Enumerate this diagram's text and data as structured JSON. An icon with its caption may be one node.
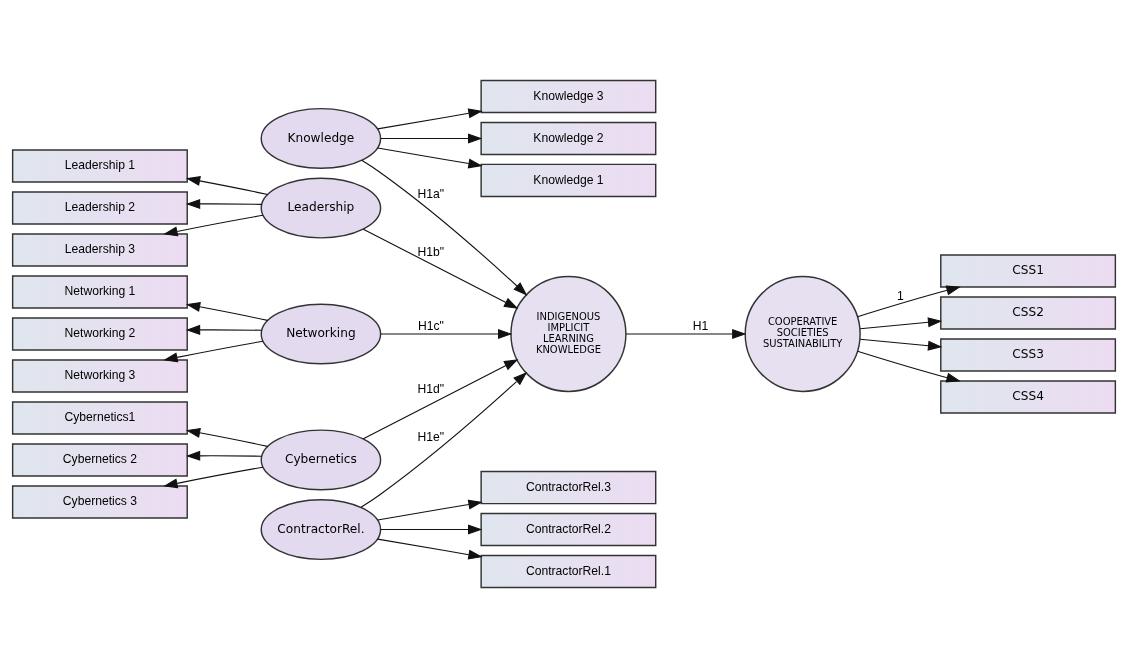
{
  "diagram": {
    "nodes": [
      {
        "text": [
          "Knowledge"
        ]
      },
      {
        "text": [
          "Knowledge 3"
        ]
      },
      {
        "text": [
          "Knowledge 2"
        ]
      },
      {
        "text": [
          "Knowledge 1"
        ]
      },
      {
        "text": [
          "Leadership 1"
        ]
      },
      {
        "text": [
          "Leadership 2"
        ]
      },
      {
        "text": [
          "Leadership 3"
        ]
      },
      {
        "text": [
          "Leadership"
        ]
      },
      {
        "text": [
          "Networking 1"
        ]
      },
      {
        "text": [
          "Networking 2"
        ]
      },
      {
        "text": [
          "Networking 3"
        ]
      },
      {
        "text": [
          "Networking"
        ]
      },
      {
        "text": [
          "Cybernetics1"
        ]
      },
      {
        "text": [
          "Cybernetics 2"
        ]
      },
      {
        "text": [
          "Cybernetics 3"
        ]
      },
      {
        "text": [
          "Cybernetics"
        ]
      },
      {
        "text": [
          "INDIGENOUS IMPLICIT LEARNING KNOWLEDGE"
        ]
      },
      {
        "text": [
          "COOPERATIVE SOCIETIES SUSTAINABILITY"
        ]
      },
      {
        "text": [
          "CSS1"
        ]
      },
      {
        "text": [
          "CSS2"
        ]
      },
      {
        "text": [
          "CSS3"
        ]
      },
      {
        "text": [
          "CSS4"
        ]
      },
      {
        "text": [
          "ContractorRel."
        ]
      },
      {
        "text": [
          "ContractorRel.3"
        ]
      },
      {
        "text": [
          "ContractorRel.2"
        ]
      },
      {
        "text": [
          "ContractorRel.1"
        ]
      }
    ],
    "edges": [
      {
        "from": 0,
        "to": 1,
        "arrow": "to"
      },
      {
        "from": 0,
        "to": 2,
        "arrow": "to"
      },
      {
        "from": 0,
        "to": 3,
        "arrow": "to"
      },
      {
        "from": 7,
        "to": 4,
        "arrow": "to"
      },
      {
        "from": 7,
        "to": 5,
        "arrow": "to"
      },
      {
        "from": 7,
        "to": 6,
        "arrow": "to"
      },
      {
        "from": 11,
        "to": 8,
        "arrow": "to"
      },
      {
        "from": 11,
        "to": 9,
        "arrow": "to"
      },
      {
        "from": 11,
        "to": 10,
        "arrow": "to"
      },
      {
        "from": 15,
        "to": 12,
        "arrow": "to"
      },
      {
        "from": 15,
        "to": 13,
        "arrow": "to"
      },
      {
        "from": 15,
        "to": 14,
        "arrow": "to"
      },
      {
        "from": 0,
        "to": 16,
        "arrow": "to",
        "label": "H1a\""
      },
      {
        "from": 7,
        "to": 16,
        "arrow": "to",
        "label": "H1b\""
      },
      {
        "from": 11,
        "to": 16,
        "arrow": "to",
        "label": "H1c\""
      },
      {
        "from": 15,
        "to": 16,
        "arrow": "to",
        "label": "H1d\""
      },
      {
        "from": 22,
        "to": 16,
        "arrow": "to",
        "label": "H1e\""
      },
      {
        "from": 16,
        "to": 17,
        "arrow": "to",
        "label": "H1"
      },
      {
        "from": 17,
        "to": 18,
        "arrow": "to",
        "label": "1"
      },
      {
        "from": 17,
        "to": 19,
        "arrow": "to"
      },
      {
        "from": 17,
        "to": 20,
        "arrow": "to"
      },
      {
        "from": 17,
        "to": 21,
        "arrow": "to"
      },
      {
        "from": 22,
        "to": 23,
        "arrow": "to"
      },
      {
        "from": 22,
        "to": 24,
        "arrow": "to"
      },
      {
        "from": 22,
        "to": 25,
        "arrow": "to"
      }
    ]
  }
}
